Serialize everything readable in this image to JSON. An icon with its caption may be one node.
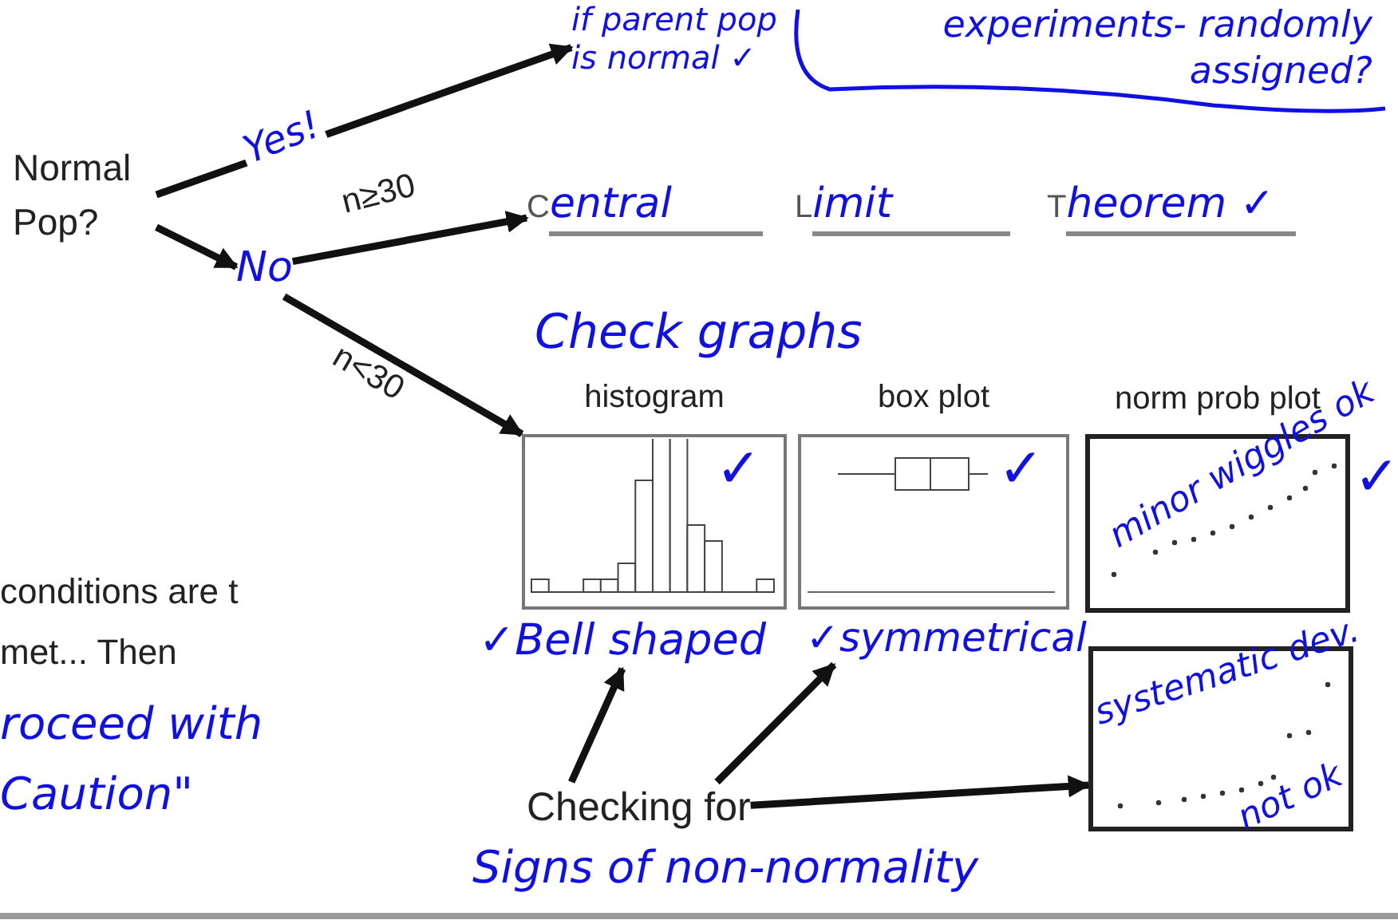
{
  "diagram": {
    "nodes": [
      {
        "text": [
          "Normal Pop?"
        ]
      },
      {
        "text": [
          "No"
        ]
      },
      {
        "text": [
          "if parent pop is normal ✓"
        ]
      },
      {
        "text": [
          "Central",
          "Limit",
          "Theorem ✓"
        ]
      },
      {
        "text": [
          "histogram",
          "✓"
        ]
      },
      {
        "text": [
          "box plot",
          "✓"
        ]
      },
      {
        "text": [
          "norm prob plot",
          "minor wiggles ok",
          "✓"
        ]
      },
      {
        "text": [
          "systematic dev.",
          "not ok"
        ]
      },
      {
        "text": [
          "✓Bell shaped"
        ]
      },
      {
        "text": [
          "✓symmetrical"
        ]
      },
      {
        "text": [
          "Checking for"
        ]
      }
    ],
    "edges": [
      {
        "from": 0,
        "to": 2,
        "arrow": "to",
        "label": "Yes!"
      },
      {
        "from": 0,
        "to": 1,
        "arrow": "to"
      },
      {
        "from": 1,
        "to": 3,
        "arrow": "to",
        "label": "n≥30"
      },
      {
        "from": 1,
        "to": 4,
        "arrow": "to",
        "label": "n<30"
      },
      {
        "from": 10,
        "to": 8,
        "arrow": "to"
      },
      {
        "from": 10,
        "to": 9,
        "arrow": "to"
      },
      {
        "from": 10,
        "to": 7,
        "arrow": "to"
      }
    ],
    "labels": [
      "experiments- randomly assigned?",
      "Check graphs",
      "Signs of non-normality",
      "conditions are t met... Then",
      "roceed with Caution\""
    ]
  }
}
